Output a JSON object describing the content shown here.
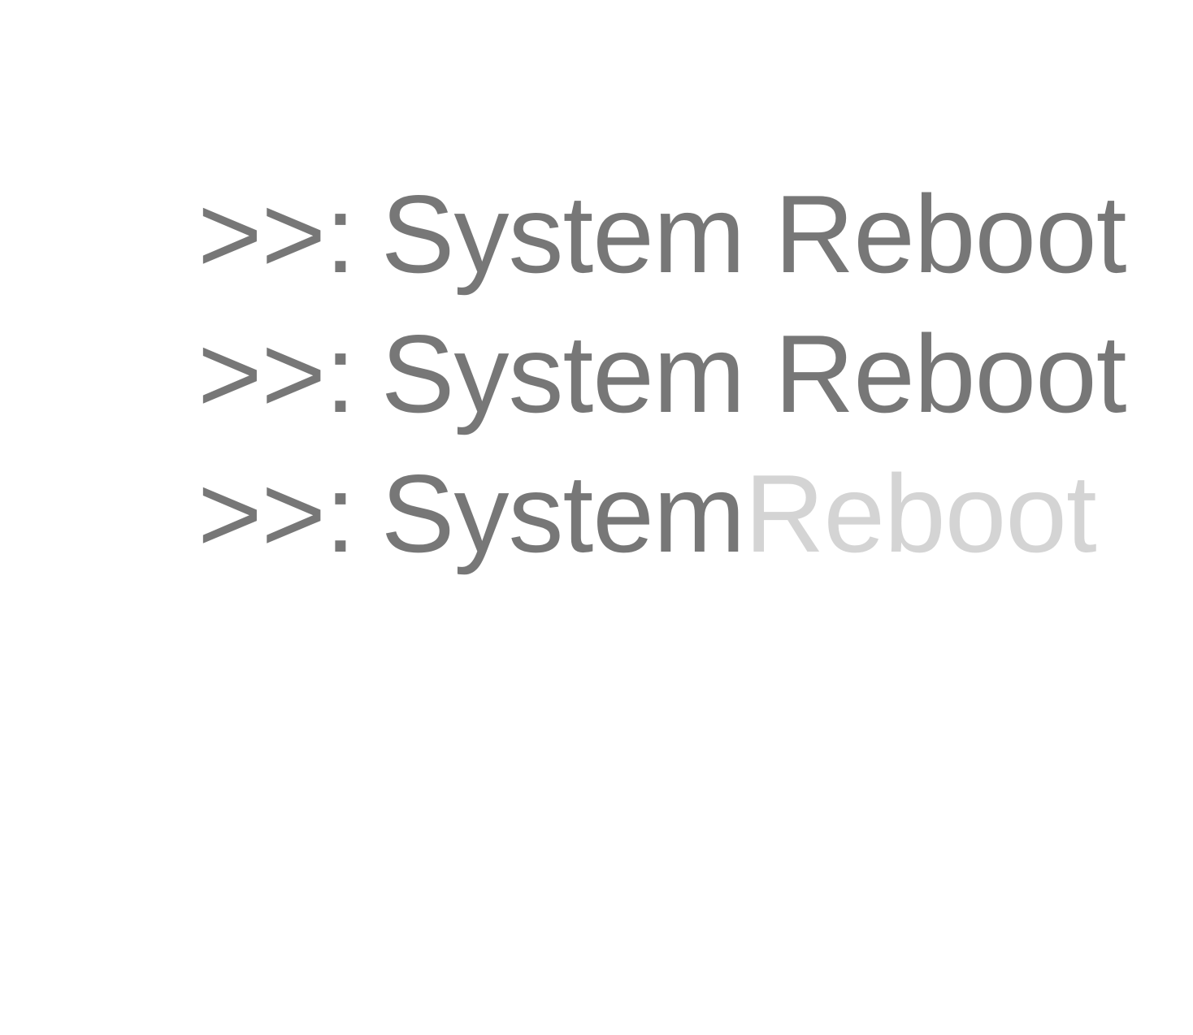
{
  "colors": {
    "background": "#ffffff",
    "text": "#777777",
    "ghost": "#d4d4d4"
  },
  "console": {
    "lines": [
      {
        "prompt": ">>:",
        "command": "System Reboot",
        "suggestion": ""
      },
      {
        "prompt": ">>:",
        "command": "System Reboot",
        "suggestion": ""
      },
      {
        "prompt": ">>:",
        "command": "System",
        "suggestion": "Reboot"
      }
    ]
  }
}
